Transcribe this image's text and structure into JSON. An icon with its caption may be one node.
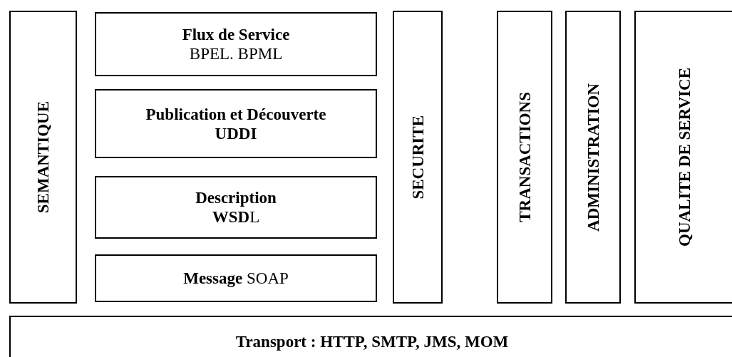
{
  "diagram": {
    "nodes": [
      {
        "text": [
          "SEMANTIQUE"
        ]
      },
      {
        "text": [
          "Flux de Service",
          "BPEL. BPML"
        ]
      },
      {
        "text": [
          "Publication et Découverte",
          "UDDI"
        ]
      },
      {
        "text": [
          "Description",
          "**WSD**L"
        ]
      },
      {
        "text": [
          "**Message** SOAP"
        ]
      },
      {
        "text": [
          "SECURITE"
        ]
      },
      {
        "text": [
          "TRANSACTIONS"
        ]
      },
      {
        "text": [
          "ADMINISTRATION"
        ]
      },
      {
        "text": [
          "QUALITE DE SERVICE"
        ]
      },
      {
        "text": [
          "Transport : HTTP, SMTP, JMS, MOM"
        ]
      }
    ]
  }
}
